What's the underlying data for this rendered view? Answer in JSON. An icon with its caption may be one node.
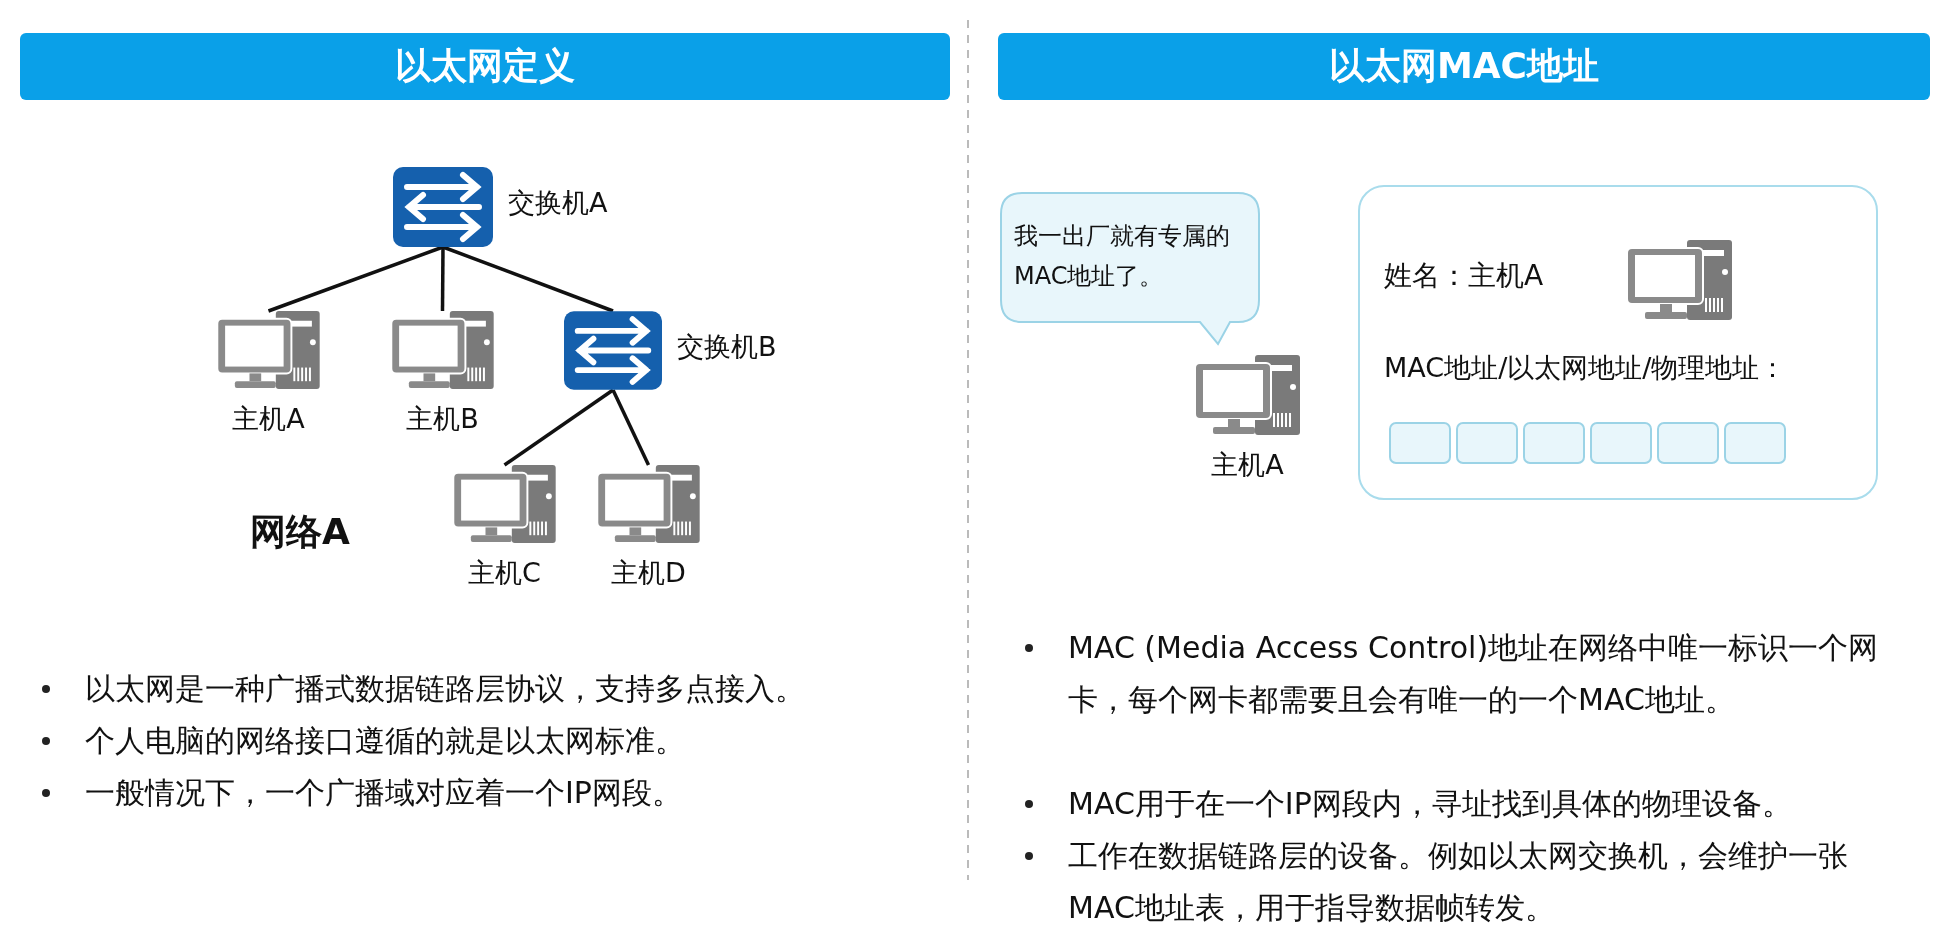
{
  "diagram": {
    "nodes": [
      {
        "text": [
          "以太网定义"
        ]
      },
      {
        "text": [
          "以太网MAC地址"
        ]
      },
      {
        "text": [],
        "shape": "switch",
        "beside": [
          "交换机A"
        ]
      },
      {
        "text": [],
        "shape": "computer",
        "beside": [
          "主机A"
        ]
      },
      {
        "text": [],
        "shape": "computer",
        "beside": [
          "主机B"
        ]
      },
      {
        "text": [],
        "shape": "switch",
        "beside": [
          "交换机B"
        ]
      },
      {
        "text": [],
        "shape": "computer",
        "beside": [
          "主机C"
        ]
      },
      {
        "text": [],
        "shape": "computer",
        "beside": [
          "主机D"
        ]
      },
      {
        "text": [
          "我一出厂就有专属的MAC地址了。"
        ]
      },
      {
        "text": [],
        "shape": "computer",
        "beside": [
          "主机A"
        ]
      },
      {
        "text": [
          "姓名：主机A",
          "MAC地址/以太网地址/物理地址："
        ]
      },
      {
        "text": [],
        "shape": "computer",
        "in": 10
      },
      {
        "text": [],
        "shape": "box",
        "in": 10
      },
      {
        "text": [],
        "shape": "box",
        "in": 10
      },
      {
        "text": [],
        "shape": "box",
        "in": 10
      },
      {
        "text": [],
        "shape": "box",
        "in": 10
      },
      {
        "text": [],
        "shape": "box",
        "in": 10
      },
      {
        "text": [],
        "shape": "box",
        "in": 10
      }
    ],
    "edges": [
      {
        "from": 2,
        "to": 3,
        "arrow": "none"
      },
      {
        "from": 2,
        "to": 4,
        "arrow": "none"
      },
      {
        "from": 2,
        "to": 5,
        "arrow": "none"
      },
      {
        "from": 5,
        "to": 6,
        "arrow": "none"
      },
      {
        "from": 5,
        "to": 7,
        "arrow": "none"
      }
    ],
    "labels": [
      "网络A",
      "以太网是一种广播式数据链路层协议，支持多点接入。",
      "个人电脑的网络接口遵循的就是以太网标准。",
      "一般情况下，一个广播域对应着一个IP网段。",
      "MAC (Media Access Control)地址在网络中唯一标识一个网卡，每个网卡都需要且会有唯一的一个MAC地址。",
      "MAC用于在一个IP网段内，寻址找到具体的物理设备。",
      "工作在数据链路层的设备。例如以太网交换机，会维护一张MAC地址表，用于指导数据帧转发。"
    ]
  }
}
